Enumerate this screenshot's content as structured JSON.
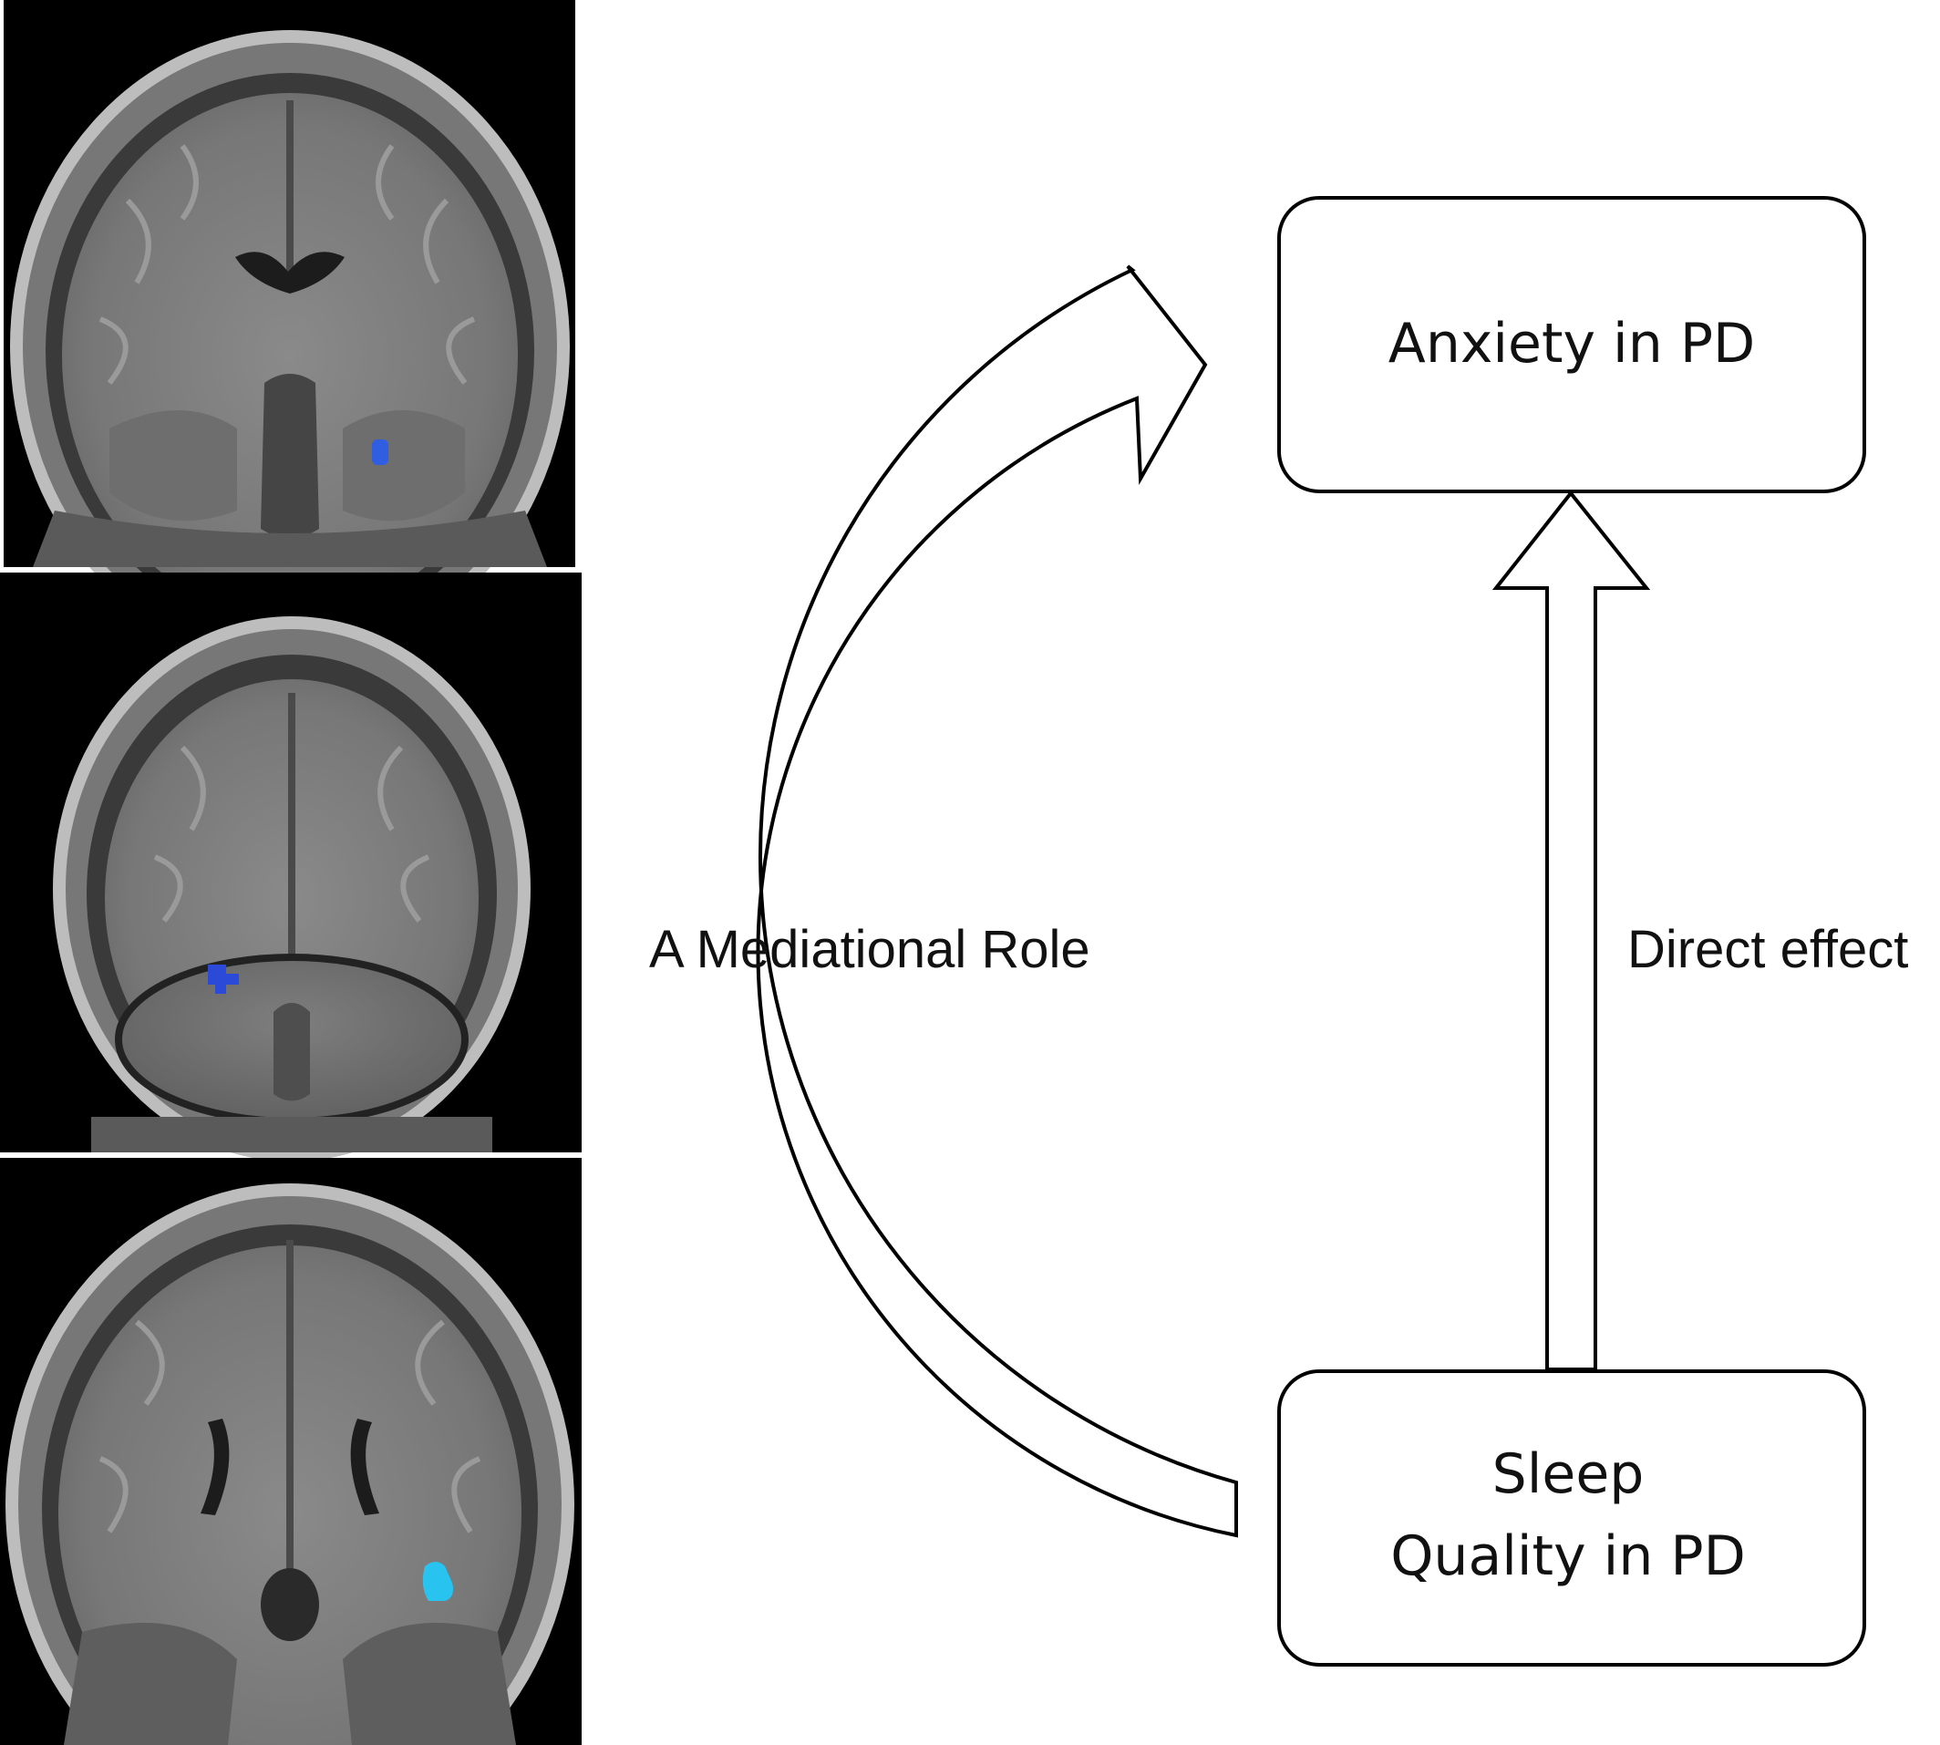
{
  "panels": [
    {
      "view": "coronal",
      "cluster_color": "#2f5fe0"
    },
    {
      "view": "coronal",
      "cluster_color": "#2b4ad8"
    },
    {
      "view": "coronal",
      "cluster_color": "#29c3f0"
    }
  ],
  "nodes": {
    "anxiety": {
      "label": "Anxiety in PD"
    },
    "sleep": {
      "label_line1": "Sleep",
      "label_line2": "Quality in PD"
    }
  },
  "edges": {
    "mediational": {
      "label": "A Mediational Role"
    },
    "direct": {
      "label": "Direct effect"
    }
  },
  "colors": {
    "background": "#ffffff",
    "stroke": "#000000",
    "mri_background": "#000000"
  }
}
